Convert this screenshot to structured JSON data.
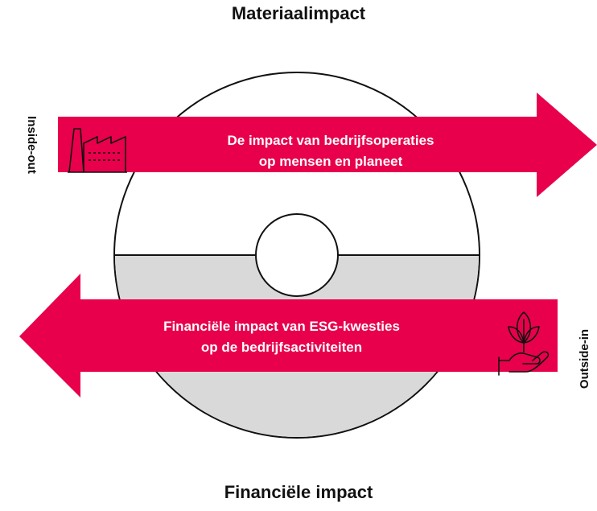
{
  "top_title": "Materiaalimpact",
  "bottom_title": "Financiële impact",
  "left_side_label": "Inside-out",
  "right_side_label": "Outside-in",
  "top_arrow": {
    "line1": "De impact van bedrijfsoperaties",
    "line2": "op mensen en planeet",
    "icon": "factory-icon"
  },
  "bottom_arrow": {
    "line1": "Financiële impact van ESG-kwesties",
    "line2": "op de bedrijfsactiviteiten",
    "icon": "plant-in-hand-icon"
  },
  "colors": {
    "arrow": "#e8004c",
    "lower_half": "#d9d9d9",
    "outline": "#111111",
    "text": "#111111"
  }
}
